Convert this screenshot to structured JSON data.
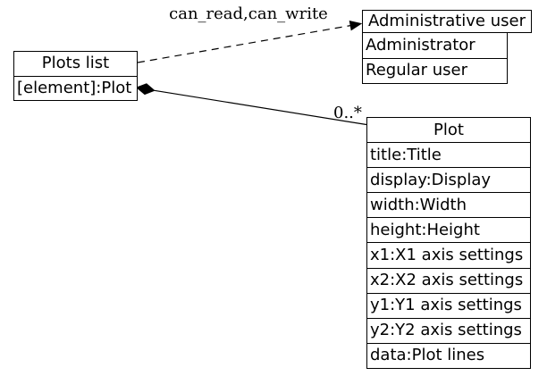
{
  "diagram": {
    "background": "#ffffff",
    "line_color": "#000000",
    "nodes": {
      "plots_list": {
        "title": "Plots list",
        "attributes": [
          "[element]:Plot"
        ]
      },
      "administrative_user": {
        "title": "Administrative user",
        "variants": [
          "Administrator",
          "Regular user"
        ]
      },
      "plot": {
        "title": "Plot",
        "attributes": [
          "title:Title",
          "display:Display",
          "width:Width",
          "height:Height",
          "x1:X1 axis settings",
          "x2:X2 axis settings",
          "y1:Y1 axis settings",
          "y2:Y2 axis settings",
          "data:Plot lines"
        ]
      }
    },
    "edges": [
      {
        "from": "plots_list",
        "to": "administrative_user",
        "label": "can_read,can_write",
        "style": "dashed-arrow"
      },
      {
        "from": "plots_list",
        "to": "plot",
        "label": "0..*",
        "style": "composition-diamond"
      }
    ]
  }
}
